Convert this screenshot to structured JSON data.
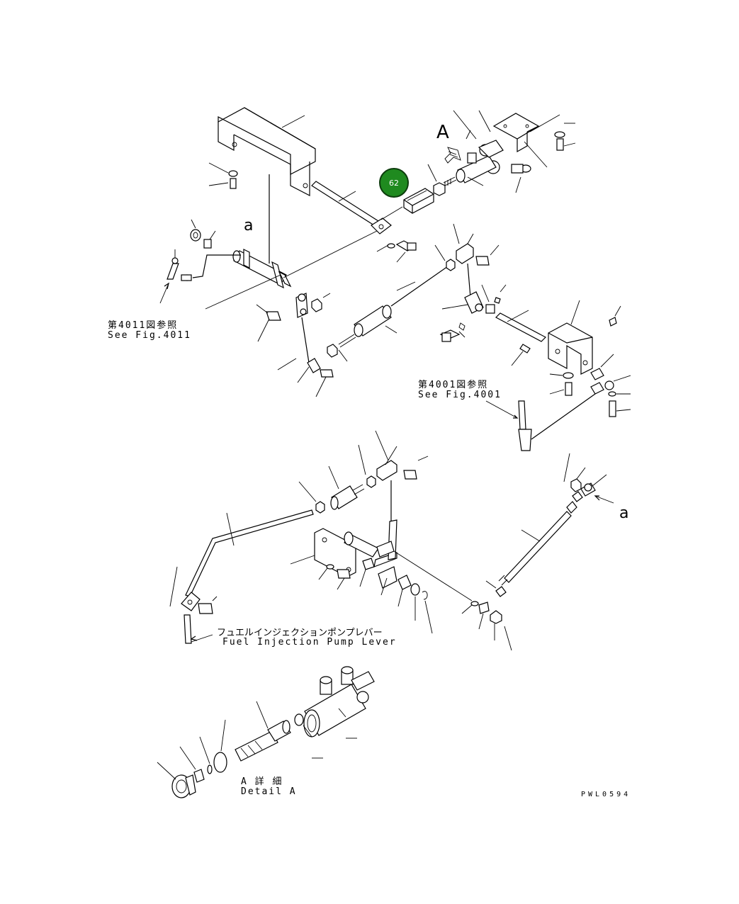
{
  "callout": {
    "number": "62",
    "color": "#1f8a1f"
  },
  "labels": {
    "ref_4011_jp": "第4011図参照",
    "ref_4011_en": "See Fig.4011",
    "ref_4001_jp": "第4001図参照",
    "ref_4001_en": "See Fig.4001",
    "pump_lever_jp": "フュエルインジェクションポンプレバー",
    "pump_lever_en": "Fuel Injection Pump Lever",
    "detail_jp": "A 詳 細",
    "detail_en": "Detail A",
    "drawing_code": "PWL0594",
    "view_a_upper": "A",
    "view_a_lower_left": "a",
    "view_a_lower_right": "a"
  }
}
